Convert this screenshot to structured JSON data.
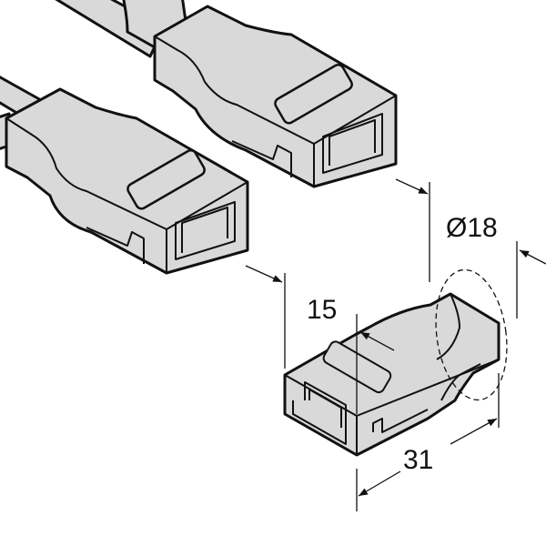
{
  "dimensions": {
    "height": "15",
    "diameter": "Ø18",
    "length": "31"
  },
  "colors": {
    "fill": "#d9d9d9",
    "line": "#111111",
    "background": "#ffffff"
  }
}
